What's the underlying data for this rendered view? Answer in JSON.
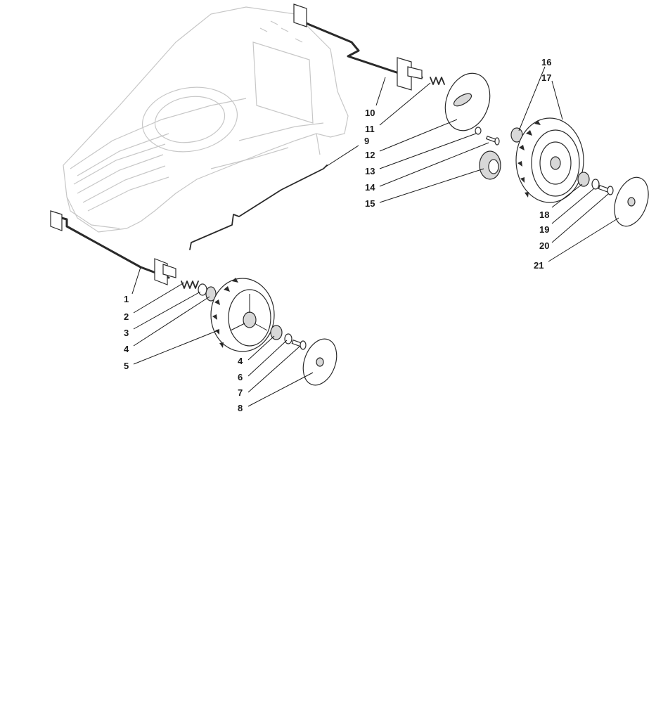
{
  "callouts": [
    {
      "id": "c1",
      "text": "1"
    },
    {
      "id": "c2",
      "text": "2"
    },
    {
      "id": "c3",
      "text": "3"
    },
    {
      "id": "c4a",
      "text": "4"
    },
    {
      "id": "c5",
      "text": "5"
    },
    {
      "id": "c4b",
      "text": "4"
    },
    {
      "id": "c6",
      "text": "6"
    },
    {
      "id": "c7",
      "text": "7"
    },
    {
      "id": "c8",
      "text": "8"
    },
    {
      "id": "c9",
      "text": "9"
    },
    {
      "id": "c10",
      "text": "10"
    },
    {
      "id": "c11",
      "text": "11"
    },
    {
      "id": "c12",
      "text": "12"
    },
    {
      "id": "c13",
      "text": "13"
    },
    {
      "id": "c14",
      "text": "14"
    },
    {
      "id": "c15",
      "text": "15"
    },
    {
      "id": "c16",
      "text": "16"
    },
    {
      "id": "c17",
      "text": "17"
    },
    {
      "id": "c18",
      "text": "18"
    },
    {
      "id": "c19",
      "text": "19"
    },
    {
      "id": "c20",
      "text": "20"
    },
    {
      "id": "c21",
      "text": "21"
    }
  ]
}
